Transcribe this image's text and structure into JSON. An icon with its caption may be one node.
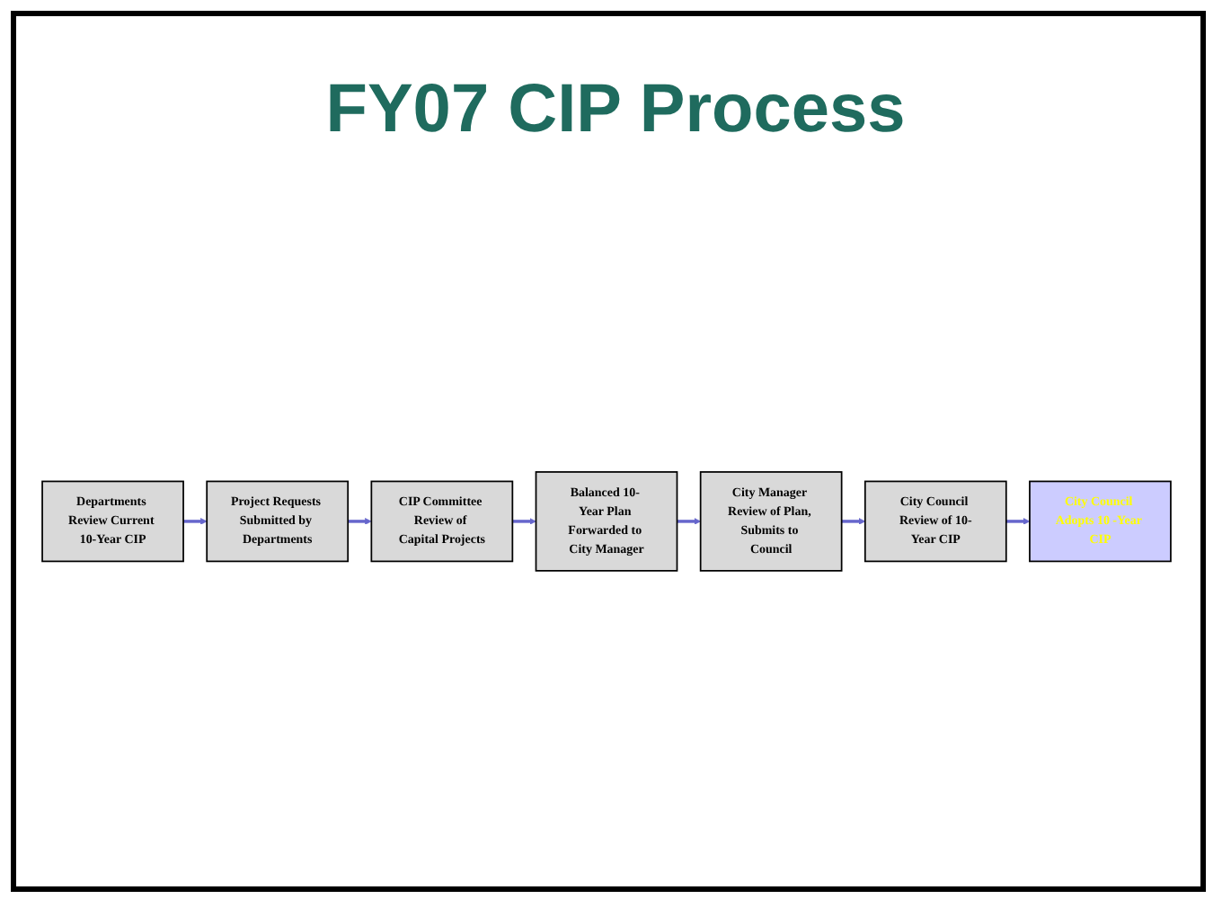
{
  "diagram": {
    "title": "FY07 CIP Process",
    "nodes": [
      {
        "text": [
          "Departments Review Current 10-Year CIP"
        ]
      },
      {
        "text": [
          "Project Requests Submitted by Departments"
        ]
      },
      {
        "text": [
          "CIP Committee Review of Capital Projects"
        ]
      },
      {
        "text": [
          "Balanced 10- Year Plan Forwarded to City Manager"
        ]
      },
      {
        "text": [
          "City Manager Review of Plan, Submits to Council"
        ]
      },
      {
        "text": [
          "City Council Review of 10-Year CIP"
        ]
      },
      {
        "text": [
          "City Council Adopts 10 -Year CIP"
        ]
      }
    ],
    "edges": [
      {
        "from": 0,
        "to": 1,
        "arrow": "to"
      },
      {
        "from": 1,
        "to": 2,
        "arrow": "to"
      },
      {
        "from": 2,
        "to": 3,
        "arrow": "to"
      },
      {
        "from": 3,
        "to": 4,
        "arrow": "to"
      },
      {
        "from": 4,
        "to": 5,
        "arrow": "to"
      },
      {
        "from": 5,
        "to": 6,
        "arrow": "to"
      }
    ]
  }
}
